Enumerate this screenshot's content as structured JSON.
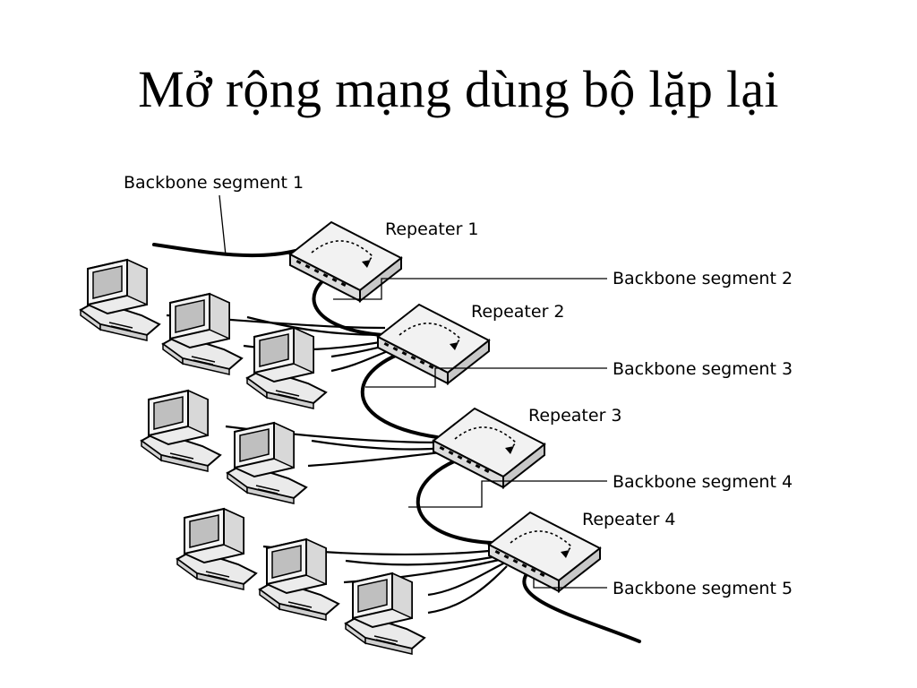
{
  "slide": {
    "title": "Mở rộng mạng dùng bộ lặp lại"
  },
  "diagram": {
    "repeaters": [
      {
        "label": "Repeater 1"
      },
      {
        "label": "Repeater 2"
      },
      {
        "label": "Repeater 3"
      },
      {
        "label": "Repeater 4"
      }
    ],
    "segments": [
      {
        "label": "Backbone segment 1"
      },
      {
        "label": "Backbone segment 2"
      },
      {
        "label": "Backbone segment 3"
      },
      {
        "label": "Backbone segment 4"
      },
      {
        "label": "Backbone segment 5"
      }
    ],
    "colors": {
      "ink": "#000000",
      "box": "#f2f2f2",
      "screen": "#bfbfbf",
      "monitor": "#ececec"
    }
  }
}
